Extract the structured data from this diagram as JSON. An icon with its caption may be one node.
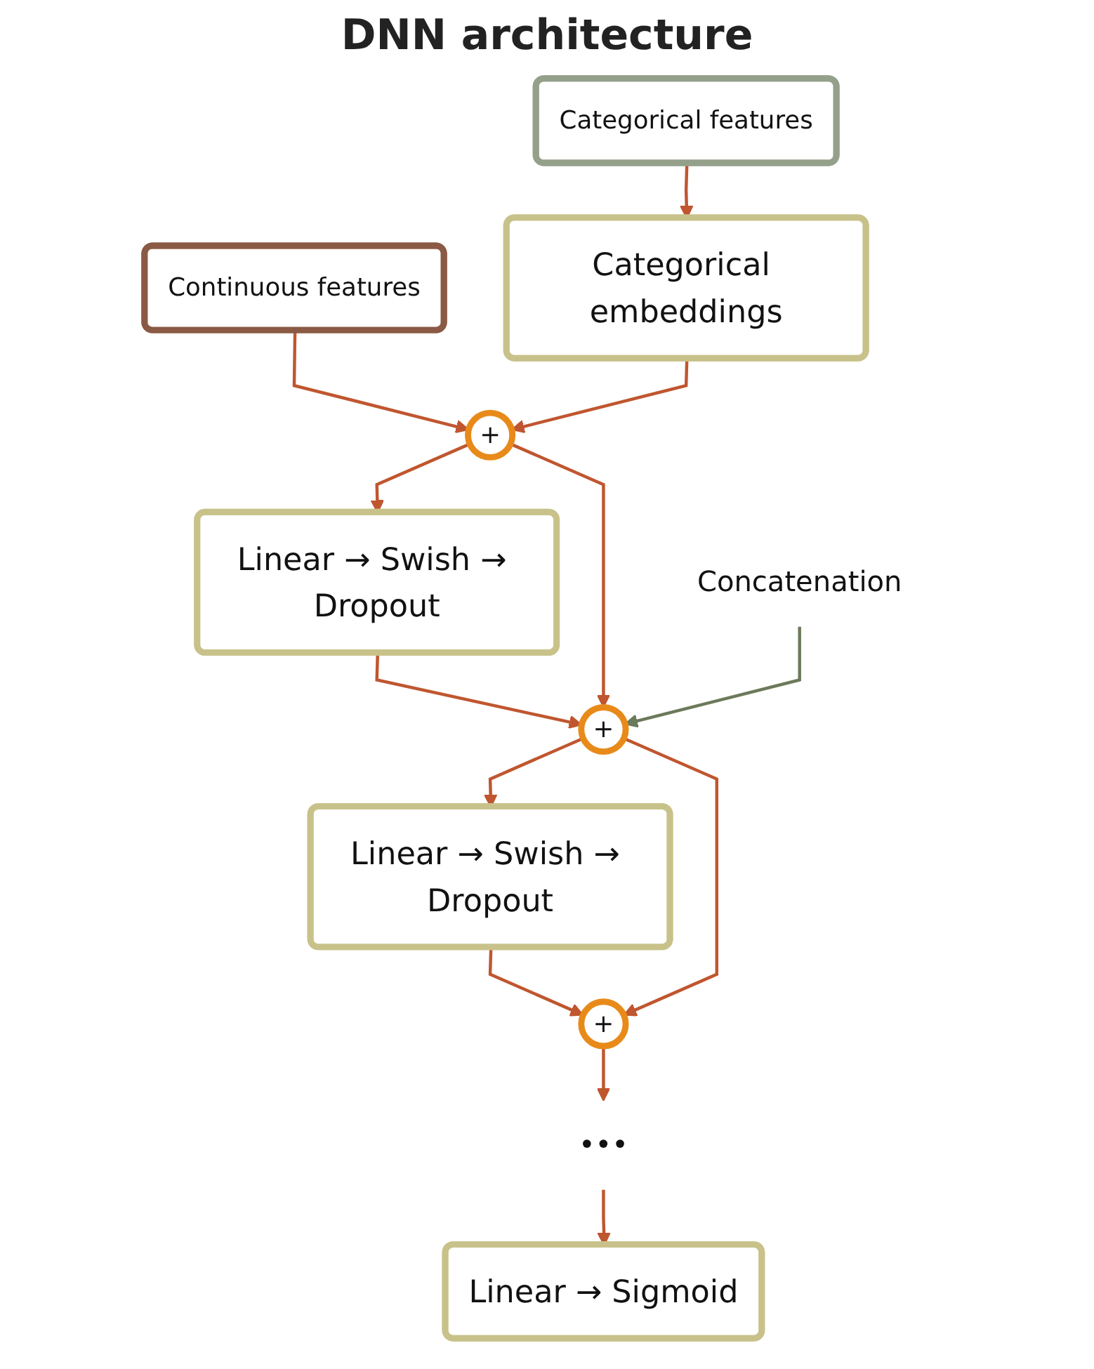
{
  "diagram": {
    "title": "DNN architecture",
    "nodes": [
      {
        "text": [
          "Continuous features"
        ]
      },
      {
        "text": [
          "Categorical features"
        ]
      },
      {
        "text": [
          "Categorical embeddings"
        ]
      },
      {
        "text": [
          "+"
        ]
      },
      {
        "text": [
          "Linear → Swish → Dropout"
        ]
      },
      {
        "text": [
          "+"
        ]
      },
      {
        "text": [
          "Linear → Swish → Dropout"
        ]
      },
      {
        "text": [
          "+"
        ]
      },
      {
        "text": [
          "•••"
        ]
      },
      {
        "text": [
          "Linear → Sigmoid"
        ]
      },
      {
        "text": [
          "Concatenation"
        ]
      }
    ],
    "edges": [
      {
        "from": 0,
        "to": 3,
        "arrow": "to"
      },
      {
        "from": 1,
        "to": 2,
        "arrow": "to"
      },
      {
        "from": 2,
        "to": 3,
        "arrow": "to"
      },
      {
        "from": 3,
        "to": 4,
        "arrow": "to"
      },
      {
        "from": 4,
        "to": 5,
        "arrow": "to"
      },
      {
        "from": 3,
        "to": 5,
        "arrow": "to"
      },
      {
        "from": 5,
        "to": 6,
        "arrow": "to"
      },
      {
        "from": 6,
        "to": 7,
        "arrow": "to"
      },
      {
        "from": 5,
        "to": 7,
        "arrow": "to"
      },
      {
        "from": 7,
        "to": 8,
        "arrow": "to"
      },
      {
        "from": 8,
        "to": 9,
        "arrow": "to"
      },
      {
        "from": 10,
        "to": 5,
        "arrow": "to",
        "color": "#6b7a5a"
      }
    ]
  }
}
